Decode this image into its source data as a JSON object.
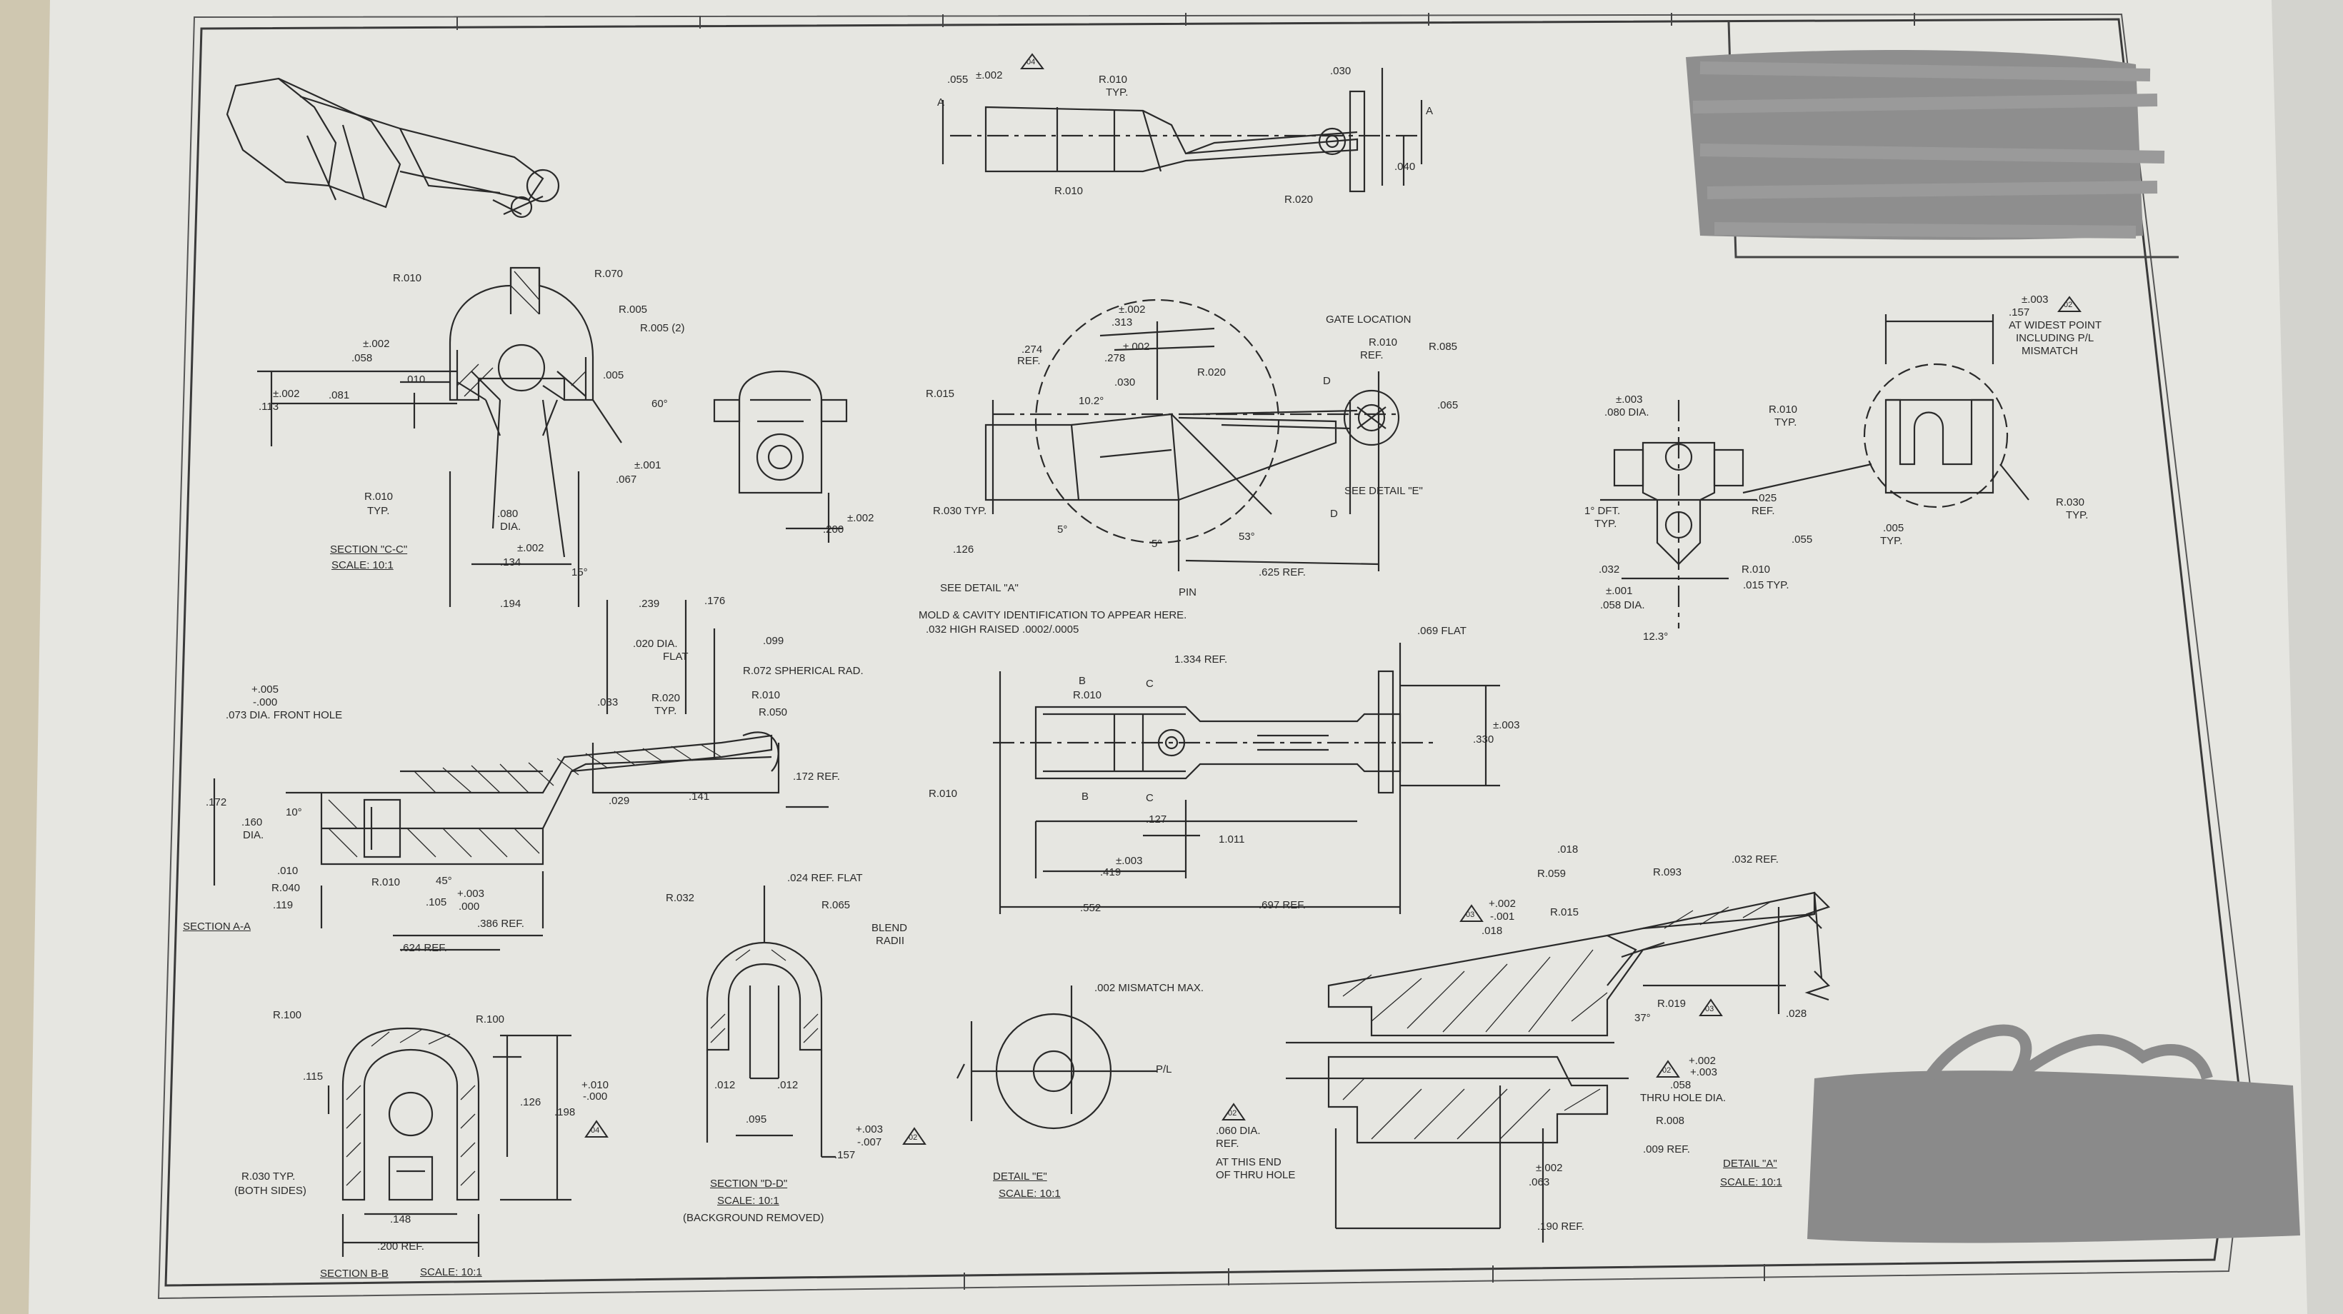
{
  "drawing": {
    "paper_color": "#e6e6e1",
    "ink_color": "#2a2a2a",
    "redaction_color": "#8e8e8e",
    "views": [
      {
        "title": "SECTION \"C-C\"",
        "scale": "SCALE: 10:1"
      },
      {
        "title": "SECTION A-A",
        "scale": ""
      },
      {
        "title": "SECTION B-B",
        "scale": "SCALE: 10:1"
      },
      {
        "title": "SECTION \"D-D\"",
        "scale": "SCALE: 10:1",
        "note": "(BACKGROUND REMOVED)"
      },
      {
        "title": "DETAIL \"E\"",
        "scale": "SCALE: 10:1"
      },
      {
        "title": "DETAIL \"A\"",
        "scale": "SCALE: 10:1"
      }
    ],
    "notes": {
      "mold": "MOLD & CAVITY IDENTIFICATION TO APPEAR HERE.",
      "mold2": ".032 HIGH RAISED .0002/.0005",
      "gate": "GATE LOCATION",
      "see_e": "SEE DETAIL \"E\"",
      "see_a": "SEE DETAIL \"A\"",
      "pin": "PIN",
      "widest": "AT WIDEST POINT",
      "widest2": "INCLUDING P/L",
      "widest3": "MISMATCH",
      "blend": "BLEND",
      "blend2": "RADII",
      "mismatch": ".002 MISMATCH MAX.",
      "thru": "THRU HOLE DIA.",
      "thru_end": "AT THIS END",
      "thru_end2": "OF THRU HOLE",
      "both": "(BOTH SIDES)",
      "front_hole": ".073 DIA. FRONT HOLE",
      "spherical": "R.072 SPHERICAL RAD.",
      "flat": "FLAT",
      "ref_flat": ".024 REF. FLAT",
      "flat069": ".069 FLAT"
    },
    "dims": {
      "d001": ".055",
      "d002": "±.002",
      "d003": "R.010",
      "d004": "TYP.",
      "d005": ".030",
      "d006": ".040",
      "d007": "R.020",
      "d008": "A",
      "d010": "R.070",
      "d011": "R.005",
      "d012": "R.005 (2)",
      "d013": ".058",
      "d014": ".113",
      "d015": ".081",
      "d016": ".010",
      "d017": ".005",
      "d018": "60°",
      "d019": "±.001",
      "d020": ".067",
      "d021": ".080",
      "d022": "DIA.",
      "d023": ".134",
      "d024": "15°",
      "d025": ".194",
      "d026": ".200",
      "d027": ".274",
      "d028": "REF.",
      "d029": ".313",
      "d030": ".278",
      "d031": "10.2°",
      "d032": "R.015",
      "d033": "R.085",
      "d034": ".065",
      "d035": "R.030 TYP.",
      "d036": ".126",
      "d037": "5°",
      "d038": "53°",
      "d039": ".625 REF.",
      "d040": "D",
      "d041": ".157",
      "d042": ".080 DIA.",
      "d043": "±.003",
      "d044": "1° DFT.",
      "d045": ".025",
      "d046": ".055",
      "d047": ".032",
      "d048": ".058 DIA.",
      "d049": ".015 TYP.",
      "d050": "12.3°",
      "d051": "R.030",
      "d052": ".005",
      "d053": ".239",
      "d054": ".176",
      "d055": ".020 DIA.",
      "d056": ".099",
      "d057": "R.050",
      "d058": ".033",
      "d059": "+.005",
      "d060": "-.000",
      "d061": ".172",
      "d062": ".160",
      "d063": "10°",
      "d064": "R.040",
      "d065": ".119",
      "d066": "45°",
      "d067": ".105",
      "d068": ".000",
      "d069": ".386 REF.",
      "d070": ".624 REF.",
      "d071": ".029",
      "d072": ".141",
      "d073": ".172 REF.",
      "d074": "1.334 REF.",
      "d075": "B",
      "d076": "C",
      "d077": ".330",
      "d078": ".127",
      "d079": "1.011",
      "d080": ".419",
      "d081": ".552",
      "d082": ".697 REF.",
      "d083": "R.100",
      "d084": ".115",
      "d085": ".126",
      "d086": ".198",
      "d087": "+.010",
      "d088": ".148",
      "d089": ".200 REF.",
      "d090": "R.032",
      "d091": "R.065",
      "d092": ".012",
      "d093": ".095",
      "d094": "+.003",
      "d095": "-.007",
      "d096": "P/L",
      "d097": ".018",
      "d098": "R.059",
      "d099": "R.093",
      "d100": ".032 REF.",
      "d101": "+.002",
      "d102": "-.001",
      "d103": "R.019",
      "d104": "37°",
      "d105": ".028",
      "d106": ".058",
      "d107": "R.008",
      "d108": ".009 REF.",
      "d109": ".060 DIA.",
      "d110": ".063",
      "d111": ".190 REF.",
      "d112": "02",
      "d113": "03",
      "d114": "04"
    }
  }
}
